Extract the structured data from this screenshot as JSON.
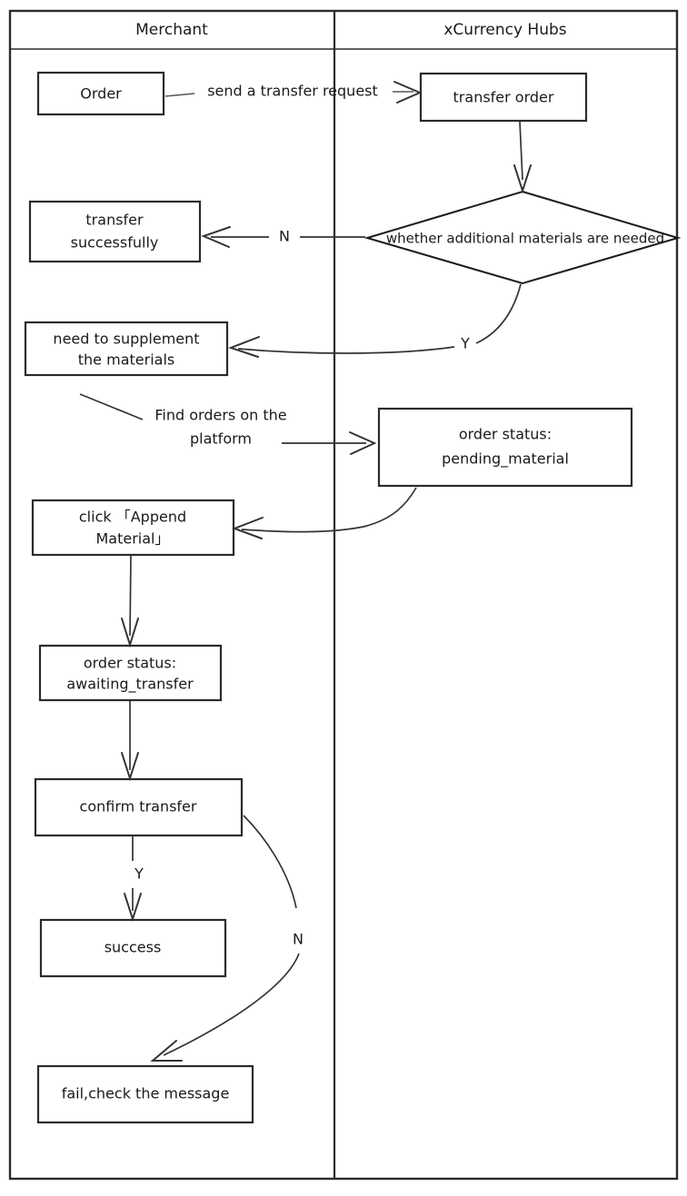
{
  "diagram": {
    "type": "swimlane-flowchart",
    "lanes": [
      {
        "id": "merchant",
        "title": "Merchant"
      },
      {
        "id": "xcurrency",
        "title": "xCurrency Hubs"
      }
    ],
    "nodes": [
      {
        "id": "order",
        "lane": "merchant",
        "shape": "box",
        "lines": [
          "Order"
        ]
      },
      {
        "id": "transfer-order",
        "lane": "xcurrency",
        "shape": "box",
        "lines": [
          "transfer order"
        ]
      },
      {
        "id": "decision-materials",
        "lane": "xcurrency",
        "shape": "diamond",
        "lines": [
          "whether additional materials are needed"
        ]
      },
      {
        "id": "transfer-successfully",
        "lane": "merchant",
        "shape": "box",
        "lines": [
          "transfer",
          "successfully"
        ]
      },
      {
        "id": "need-supplement",
        "lane": "merchant",
        "shape": "box",
        "lines": [
          "need to supplement",
          "the materials"
        ]
      },
      {
        "id": "order-status-pending",
        "lane": "xcurrency",
        "shape": "box",
        "lines": [
          "order status:",
          "pending_material"
        ]
      },
      {
        "id": "click-append-material",
        "lane": "merchant",
        "shape": "box",
        "lines": [
          "click 「Append",
          "Material」"
        ]
      },
      {
        "id": "order-status-awaiting",
        "lane": "merchant",
        "shape": "box",
        "lines": [
          "order status:",
          "awaiting_transfer"
        ]
      },
      {
        "id": "confirm-transfer",
        "lane": "merchant",
        "shape": "box",
        "lines": [
          "confirm transfer"
        ]
      },
      {
        "id": "success",
        "lane": "merchant",
        "shape": "box",
        "lines": [
          "success"
        ]
      },
      {
        "id": "fail-check-message",
        "lane": "merchant",
        "shape": "box",
        "lines": [
          "fail,check the message"
        ]
      }
    ],
    "edges": [
      {
        "id": "order-to-transfer-order",
        "from": "order",
        "to": "transfer-order",
        "label": "send a transfer request"
      },
      {
        "id": "transfer-order-to-decision",
        "from": "transfer-order",
        "to": "decision-materials",
        "label": ""
      },
      {
        "id": "decision-to-transfer-successfully",
        "from": "decision-materials",
        "to": "transfer-successfully",
        "label": "N"
      },
      {
        "id": "decision-to-need-supplement",
        "from": "decision-materials",
        "to": "need-supplement",
        "label": "Y"
      },
      {
        "id": "need-supplement-to-pending",
        "from": "need-supplement",
        "to": "order-status-pending",
        "label": "Find orders on the platform"
      },
      {
        "id": "pending-to-click-append",
        "from": "order-status-pending",
        "to": "click-append-material",
        "label": ""
      },
      {
        "id": "click-append-to-awaiting",
        "from": "click-append-material",
        "to": "order-status-awaiting",
        "label": ""
      },
      {
        "id": "awaiting-to-confirm",
        "from": "order-status-awaiting",
        "to": "confirm-transfer",
        "label": ""
      },
      {
        "id": "confirm-to-success",
        "from": "confirm-transfer",
        "to": "success",
        "label": "Y"
      },
      {
        "id": "confirm-to-fail",
        "from": "confirm-transfer",
        "to": "fail-check-message",
        "label": "N"
      }
    ],
    "colors": {
      "background": "#ffffff",
      "stroke": "#2b2b2b",
      "connector": "#333333",
      "text": "#1a1a1a"
    }
  },
  "labels": {
    "lane_merchant": "Merchant",
    "lane_xcurrency": "xCurrency Hubs",
    "order": "Order",
    "transfer_order": "transfer order",
    "decision_materials": "whether additional materials are needed",
    "transfer_successfully_l1": "transfer",
    "transfer_successfully_l2": "successfully",
    "need_supplement_l1": "need to supplement",
    "need_supplement_l2": "the materials",
    "pending_l1": "order status:",
    "pending_l2": "pending_material",
    "click_append_l1": "click 「Append",
    "click_append_l2": "Material」",
    "awaiting_l1": "order status:",
    "awaiting_l2": "awaiting_transfer",
    "confirm_transfer": "confirm transfer",
    "success": "success",
    "fail_check_message": "fail,check the message",
    "edge_send_request": "send a transfer request",
    "edge_find_orders_l1": "Find orders on the",
    "edge_find_orders_l2": "platform",
    "branch_n_decision": "N",
    "branch_y_decision": "Y",
    "branch_y_confirm": "Y",
    "branch_n_confirm": "N"
  }
}
